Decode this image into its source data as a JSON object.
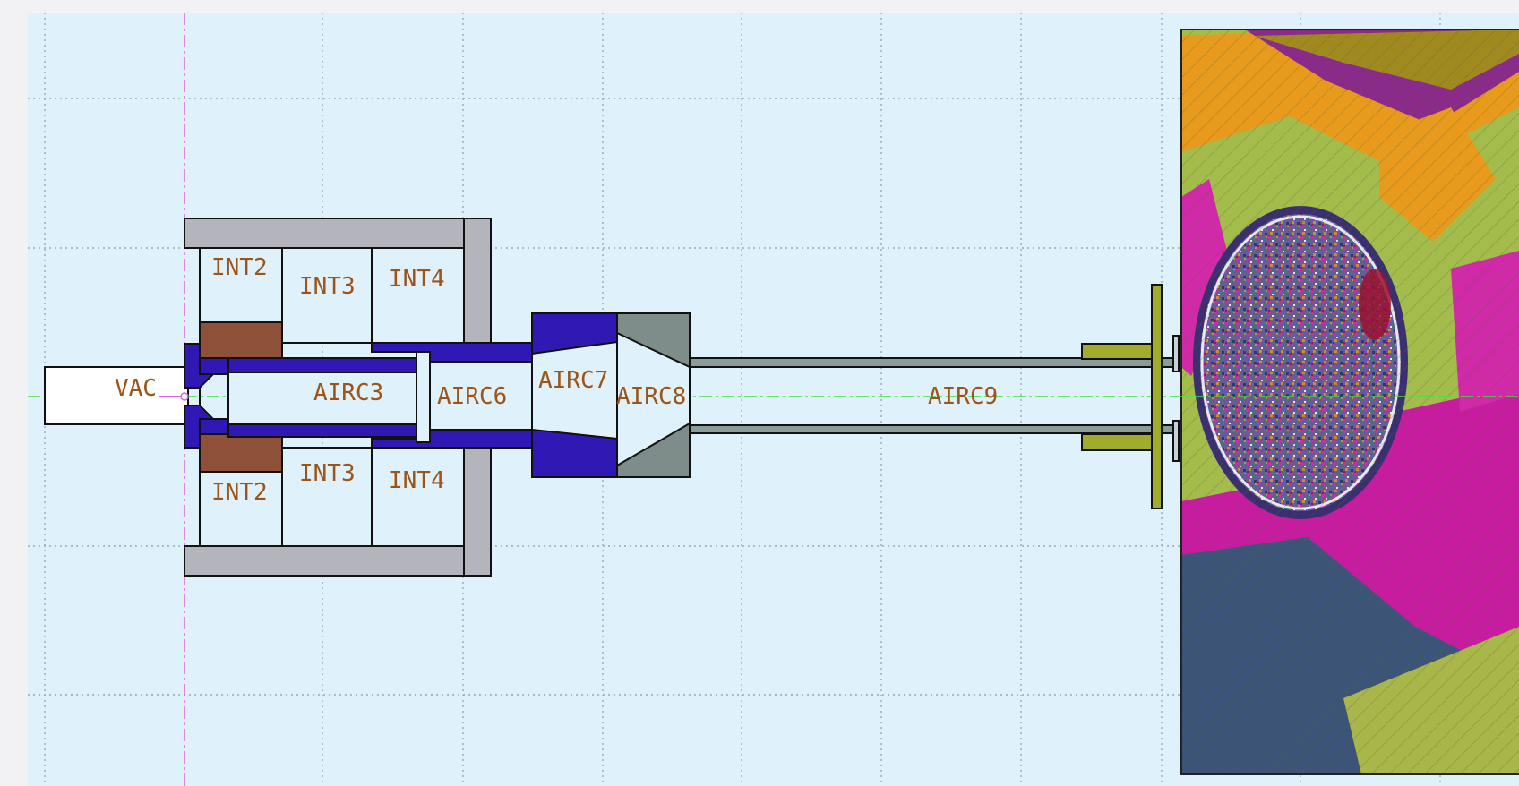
{
  "canvas": {
    "background": "#dff2fc",
    "grid_color": "#9aa8b4",
    "axis_color": "#44e044",
    "marker_color": "#e060e0"
  },
  "regions": {
    "vac": "VAC",
    "int2_top": "INT2",
    "int3_top": "INT3",
    "int4_top": "INT4",
    "int2_bottom": "INT2",
    "int3_bottom": "INT3",
    "int4_bottom": "INT4",
    "airc3": "AIRC3",
    "airc6": "AIRC6",
    "airc7": "AIRC7",
    "airc8": "AIRC8",
    "airc9": "AIRC9"
  },
  "materials": {
    "housing": "#b4b4bc",
    "collimator": "#3018b4",
    "shield": "#8e5038",
    "cone": "#7e8c8a",
    "flange": "#a0ac2c",
    "tube": "#8c9c98",
    "phantom_bg": "#a4bc4c"
  },
  "icons": {
    "origin": "origin-marker-icon"
  }
}
